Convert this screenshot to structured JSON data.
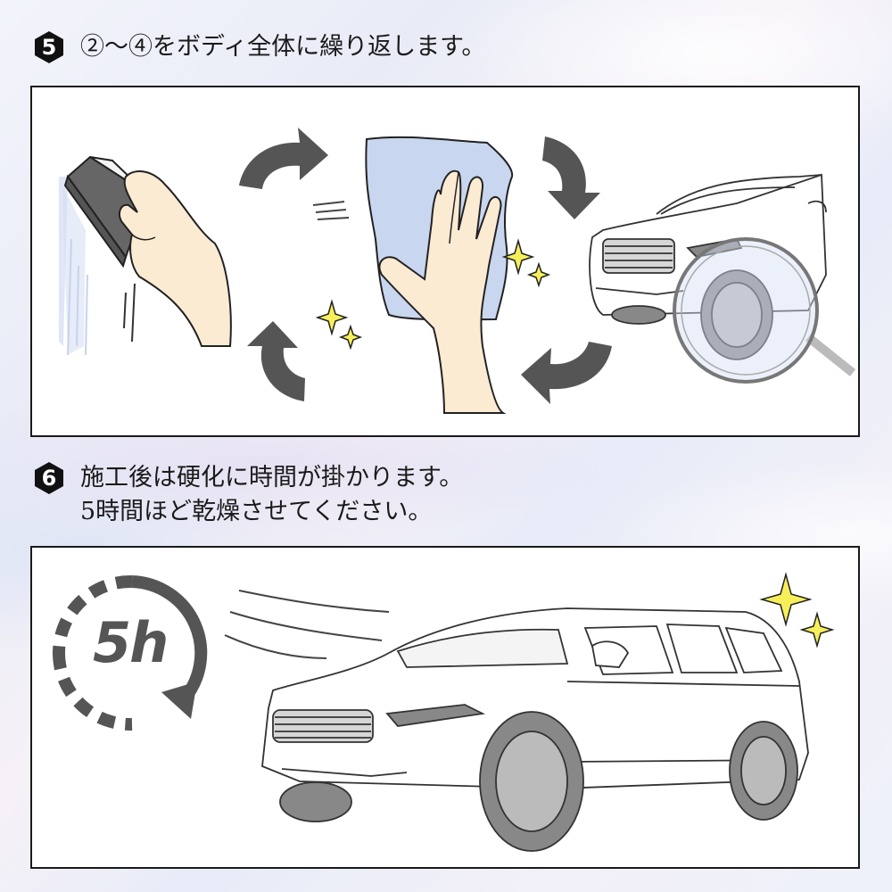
{
  "step5": {
    "number": "5",
    "text": "②〜④をボディ全体に繰り返します。"
  },
  "step6": {
    "number": "6",
    "line1": "施工後は硬化に時間が掛かります。",
    "line2": "5時間ほど乾燥させてください。"
  },
  "timer": {
    "label": "5h"
  },
  "colors": {
    "arrow": "#555555",
    "cloth": "#c9d6ef",
    "skin": "#fcebd3",
    "sparkle": "#f7ef5a",
    "sponge": "#666666"
  },
  "icons": [
    "cycle-arrow-icon",
    "sparkle-icon",
    "magnifier-icon",
    "clock-arrow-icon"
  ]
}
